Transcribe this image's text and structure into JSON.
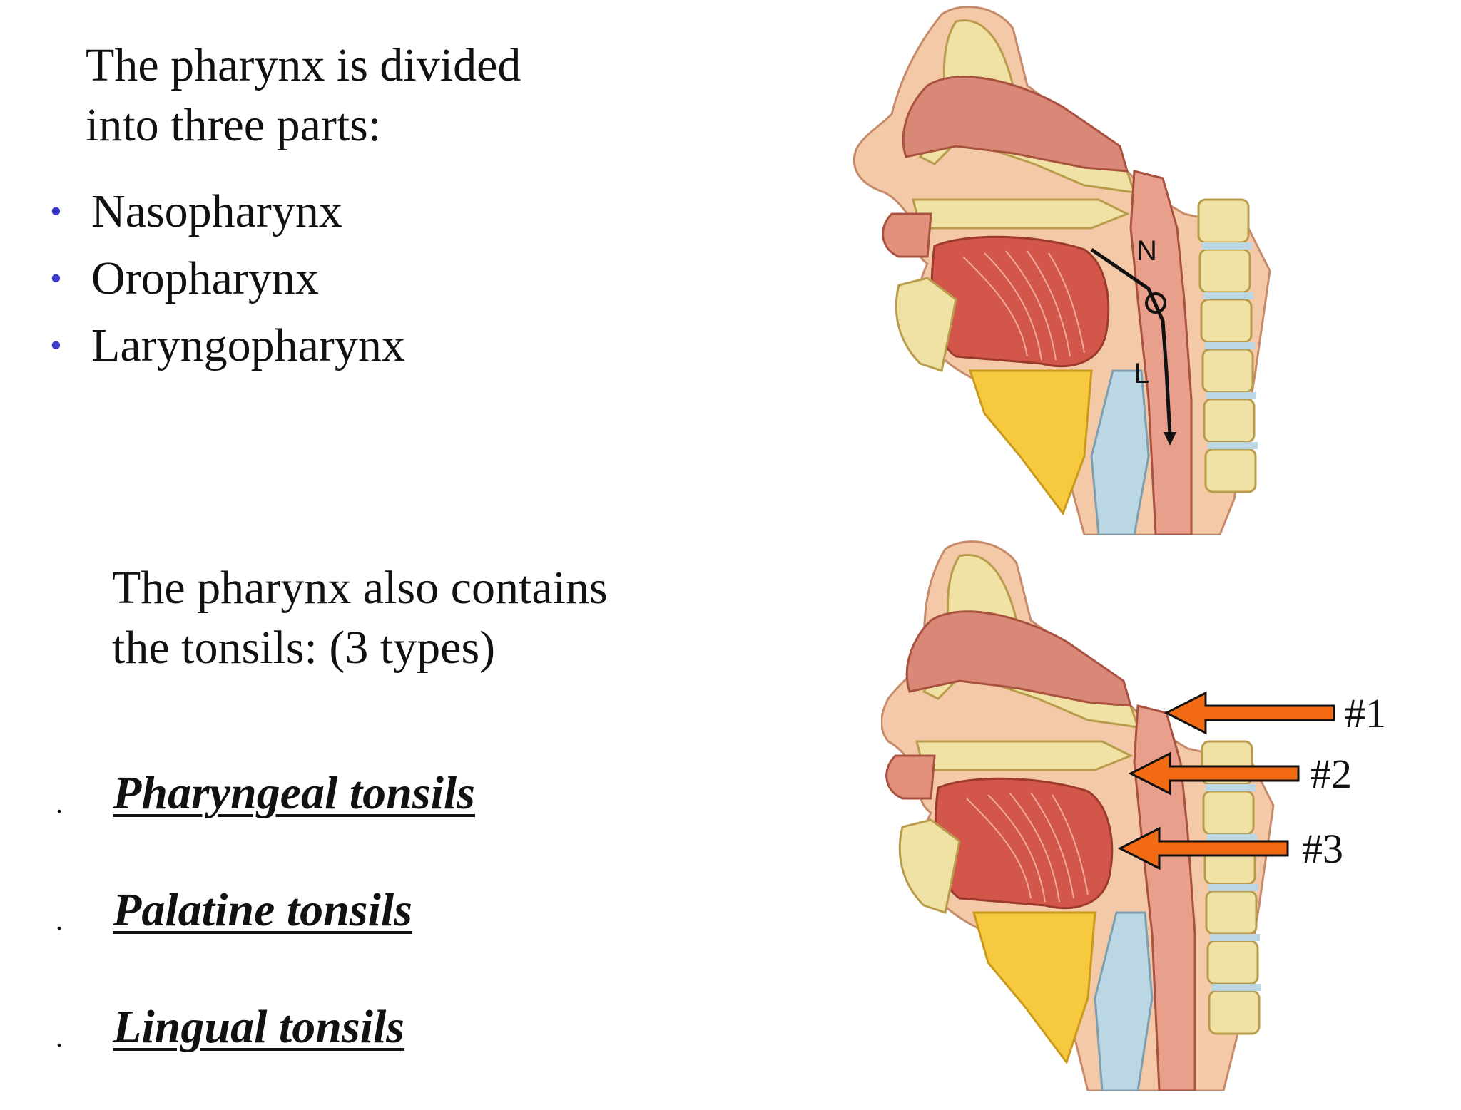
{
  "intro": {
    "line1": "The pharynx is divided",
    "line2": "into three parts:"
  },
  "parts": [
    {
      "label": "Nasopharynx"
    },
    {
      "label": "Oropharynx"
    },
    {
      "label": "Laryngopharynx"
    }
  ],
  "diagram1_labels": {
    "n": "N",
    "o": "O",
    "l": "L"
  },
  "tonsils_intro": {
    "line1": "The pharynx also contains",
    "line2": "the tonsils: (3 types)"
  },
  "tonsils": [
    {
      "name": "Pharyngeal tonsils"
    },
    {
      "name": "Palatine tonsils"
    },
    {
      "name": "Lingual tonsils"
    }
  ],
  "diagram2_labels": {
    "a1": "#1",
    "a2": "#2",
    "a3": "#3"
  },
  "colors": {
    "bullet": "#3a3acb",
    "arrow_fill": "#f26b12",
    "bone": "#efe2a4",
    "skin": "#f4c9a8",
    "muscle": "#d2574a",
    "mucosa": "#e89f8c",
    "fat": "#f6c93e",
    "cartilage": "#bcd7e4"
  }
}
